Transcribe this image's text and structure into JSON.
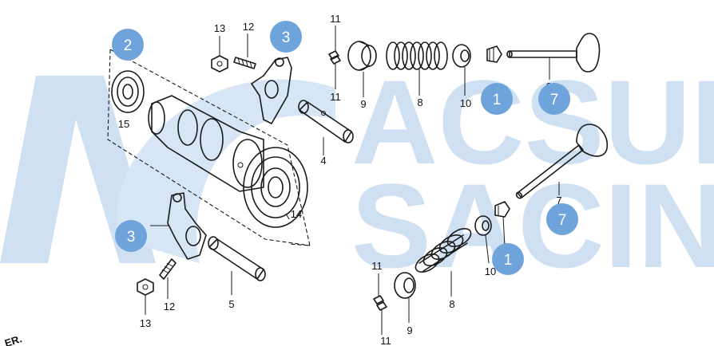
{
  "watermark": {
    "line1": "ACSUI",
    "line2": "SACIN",
    "color": "#cfe0f3"
  },
  "badge_color": "#6fa3dc",
  "badges": [
    {
      "id": "badge-2",
      "text": "2"
    },
    {
      "id": "badge-3a",
      "text": "3"
    },
    {
      "id": "badge-3b",
      "text": "3"
    },
    {
      "id": "badge-1a",
      "text": "1"
    },
    {
      "id": "badge-1b",
      "text": "1"
    },
    {
      "id": "badge-7a",
      "text": "7"
    },
    {
      "id": "badge-7b",
      "text": "7"
    }
  ],
  "labels": {
    "n2": "2",
    "n3": "3",
    "n4": "4",
    "n5": "5",
    "n6": "6",
    "n7": "7",
    "n8a": "8",
    "n8b": "8",
    "n9a": "9",
    "n9b": "9",
    "n10a": "10",
    "n10b": "10",
    "n11a": "11",
    "n11b": "11",
    "n11c": "11",
    "n11d": "11",
    "n12a": "12",
    "n12b": "12",
    "n13a": "13",
    "n13b": "13",
    "n14": "14",
    "n15": "15",
    "corner": "ER."
  }
}
